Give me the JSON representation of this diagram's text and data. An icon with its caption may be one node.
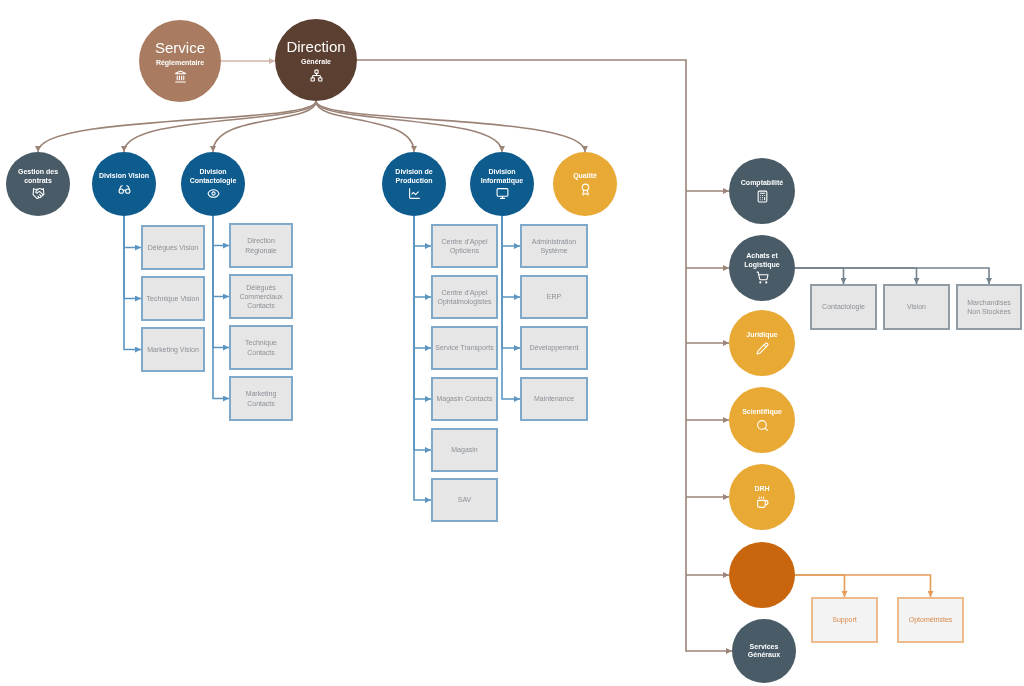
{
  "diagram": {
    "nodes": [
      {
        "text": [
          "Service",
          "Réglementaire"
        ]
      },
      {
        "text": [
          "Direction",
          "Générale"
        ]
      },
      {
        "text": [
          "Gestion des contrats"
        ]
      },
      {
        "text": [
          "Division Vision"
        ]
      },
      {
        "text": [
          "Division Contactologie"
        ]
      },
      {
        "text": [
          "Division de Production"
        ]
      },
      {
        "text": [
          "Division Informatique"
        ]
      },
      {
        "text": [
          "Qualité"
        ]
      },
      {
        "text": [
          "Délégués Vision"
        ]
      },
      {
        "text": [
          "Technique Vision"
        ]
      },
      {
        "text": [
          "Marketing Vision"
        ]
      },
      {
        "text": [
          "Direction Régionale"
        ]
      },
      {
        "text": [
          "Délégués Commerciaux Contacts"
        ]
      },
      {
        "text": [
          "Technique Contacts"
        ]
      },
      {
        "text": [
          "Marketing Contacts"
        ]
      },
      {
        "text": [
          "Centre d'Appel Opticiens"
        ]
      },
      {
        "text": [
          "Centre d'Appel Ophtalmologistes"
        ]
      },
      {
        "text": [
          "Service Transports"
        ]
      },
      {
        "text": [
          "Magasin Contacts"
        ]
      },
      {
        "text": [
          "Magasin"
        ]
      },
      {
        "text": [
          "SAV"
        ]
      },
      {
        "text": [
          "Administration Système"
        ]
      },
      {
        "text": [
          "ERP"
        ]
      },
      {
        "text": [
          "Développement"
        ]
      },
      {
        "text": [
          "Maintenance"
        ]
      },
      {
        "text": [
          "Comptabilité"
        ]
      },
      {
        "text": [
          "Achats et Logistique"
        ]
      },
      {
        "text": [
          "Contactologie"
        ]
      },
      {
        "text": [
          "Vision"
        ]
      },
      {
        "text": [
          "Marchandises Non Stockées"
        ]
      },
      {
        "text": [
          "Juridique"
        ]
      },
      {
        "text": [
          "Scientifique"
        ]
      },
      {
        "text": [
          "DRH"
        ]
      },
      {
        "text": [],
        "shape": "circle"
      },
      {
        "text": [
          "Support"
        ]
      },
      {
        "text": [
          "Optométristes"
        ]
      },
      {
        "text": [
          "Services Généraux"
        ]
      }
    ],
    "edges": [
      {
        "from": 0,
        "to": 1,
        "arrow": "to",
        "color": "#cfb4a8"
      },
      {
        "from": 1,
        "to": 2,
        "arrow": "to",
        "color": "#9c8377"
      },
      {
        "from": 1,
        "to": 3,
        "arrow": "to",
        "color": "#9c8377"
      },
      {
        "from": 1,
        "to": 4,
        "arrow": "to",
        "color": "#9c8377"
      },
      {
        "from": 1,
        "to": 5,
        "arrow": "to",
        "color": "#9c8377"
      },
      {
        "from": 1,
        "to": 6,
        "arrow": "to",
        "color": "#9c8377"
      },
      {
        "from": 1,
        "to": 7,
        "arrow": "to",
        "color": "#9c8377"
      },
      {
        "from": 1,
        "to": 25,
        "arrow": "to",
        "color": "#9c8377"
      },
      {
        "from": 1,
        "to": 26,
        "arrow": "to",
        "color": "#9c8377"
      },
      {
        "from": 1,
        "to": 30,
        "arrow": "to",
        "color": "#9c8377"
      },
      {
        "from": 1,
        "to": 31,
        "arrow": "to",
        "color": "#9c8377"
      },
      {
        "from": 1,
        "to": 32,
        "arrow": "to",
        "color": "#9c8377"
      },
      {
        "from": 1,
        "to": 33,
        "arrow": "to",
        "color": "#9c8377"
      },
      {
        "from": 1,
        "to": 36,
        "arrow": "to",
        "color": "#9c8377"
      },
      {
        "from": 3,
        "to": 8,
        "arrow": "to"
      },
      {
        "from": 3,
        "to": 9,
        "arrow": "to"
      },
      {
        "from": 3,
        "to": 10,
        "arrow": "to"
      },
      {
        "from": 4,
        "to": 11,
        "arrow": "to"
      },
      {
        "from": 4,
        "to": 12,
        "arrow": "to"
      },
      {
        "from": 4,
        "to": 13,
        "arrow": "to"
      },
      {
        "from": 4,
        "to": 14,
        "arrow": "to"
      },
      {
        "from": 5,
        "to": 15,
        "arrow": "to"
      },
      {
        "from": 5,
        "to": 16,
        "arrow": "to"
      },
      {
        "from": 5,
        "to": 17,
        "arrow": "to"
      },
      {
        "from": 5,
        "to": 18,
        "arrow": "to"
      },
      {
        "from": 5,
        "to": 19,
        "arrow": "to"
      },
      {
        "from": 5,
        "to": 20,
        "arrow": "to"
      },
      {
        "from": 6,
        "to": 21,
        "arrow": "to"
      },
      {
        "from": 6,
        "to": 22,
        "arrow": "to"
      },
      {
        "from": 6,
        "to": 23,
        "arrow": "to"
      },
      {
        "from": 6,
        "to": 24,
        "arrow": "to"
      },
      {
        "from": 26,
        "to": 27,
        "arrow": "to",
        "color": "#74848f"
      },
      {
        "from": 26,
        "to": 28,
        "arrow": "to",
        "color": "#74848f"
      },
      {
        "from": 26,
        "to": 29,
        "arrow": "to",
        "color": "#74848f"
      },
      {
        "from": 33,
        "to": 34,
        "arrow": "to",
        "color": "#e59c58"
      },
      {
        "from": 33,
        "to": 35,
        "arrow": "to",
        "color": "#e59c58"
      }
    ]
  }
}
